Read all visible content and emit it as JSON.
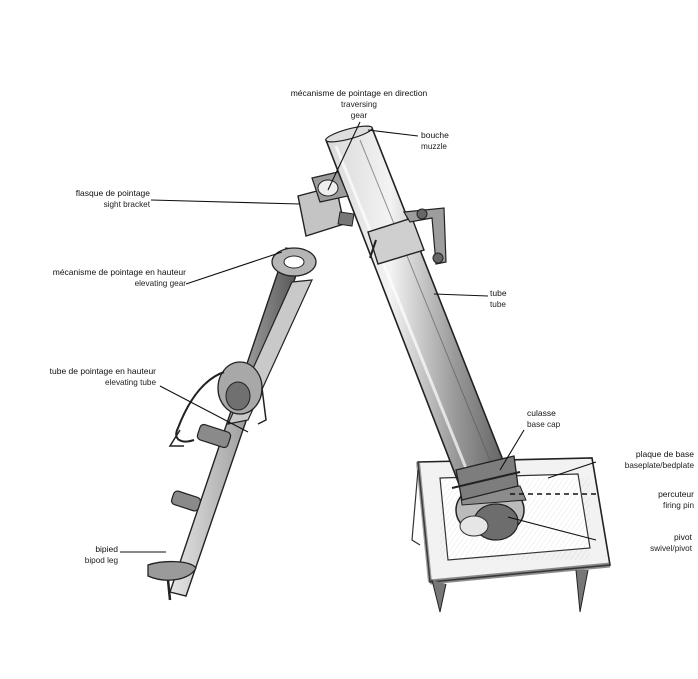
{
  "labels": {
    "traversing": {
      "fr": "mécanisme de pointage en direction",
      "en1": "traversing",
      "en2": "gear"
    },
    "muzzle": {
      "fr": "bouche",
      "en": "muzzle"
    },
    "sight_bracket": {
      "fr": "flasque de pointage",
      "en": "sight bracket"
    },
    "elevating_gear": {
      "fr": "mécanisme de pointage en hauteur",
      "en": "elevating gear"
    },
    "tube": {
      "fr": "tube",
      "en": "tube"
    },
    "elevating_tube": {
      "fr": "tube de pointage en hauteur",
      "en": "elevating tube"
    },
    "base_cap": {
      "fr": "culasse",
      "en": "base cap"
    },
    "baseplate": {
      "fr": "plaque de base",
      "en": "baseplate/bedplate"
    },
    "firing_pin": {
      "fr": "percuteur",
      "en": "firing pin"
    },
    "pivot": {
      "fr": "pivot",
      "en": "swivel/pivot"
    },
    "bipod": {
      "fr": "bipied",
      "en": "bipod leg"
    }
  },
  "colors": {
    "ink": "#222222",
    "shade": "#8a8a8a",
    "paper": "#ffffff"
  }
}
